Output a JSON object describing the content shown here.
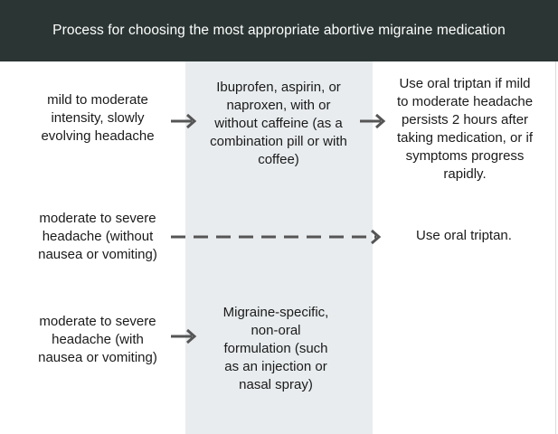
{
  "title": "Process for choosing the most appropriate abortive migraine medication",
  "rows": [
    {
      "condition": "mild to moderate\nintensity, slowly\nevolving headache",
      "medication": "Ibuprofen, aspirin, or\nnaproxen, with or\nwithout caffeine (as a\ncombination pill or with\ncoffee)",
      "followup": "Use oral triptan if mild\nto moderate headache\npersists 2 hours after\ntaking medication, or if\nsymptoms progress\nrapidly."
    },
    {
      "condition": "moderate to severe\nheadache (without\nnausea or vomiting)",
      "followup": "Use oral triptan."
    },
    {
      "condition": "moderate to severe\nheadache (with\nnausea or vomiting)",
      "medication": "Migraine-specific,\nnon-oral\nformulation (such\nas an injection or\nnasal spray)"
    }
  ],
  "colors": {
    "header_bg": "#2b3634",
    "header_text": "#ffffff",
    "column_bg": "#e8ecee",
    "arrow": "#555555"
  }
}
